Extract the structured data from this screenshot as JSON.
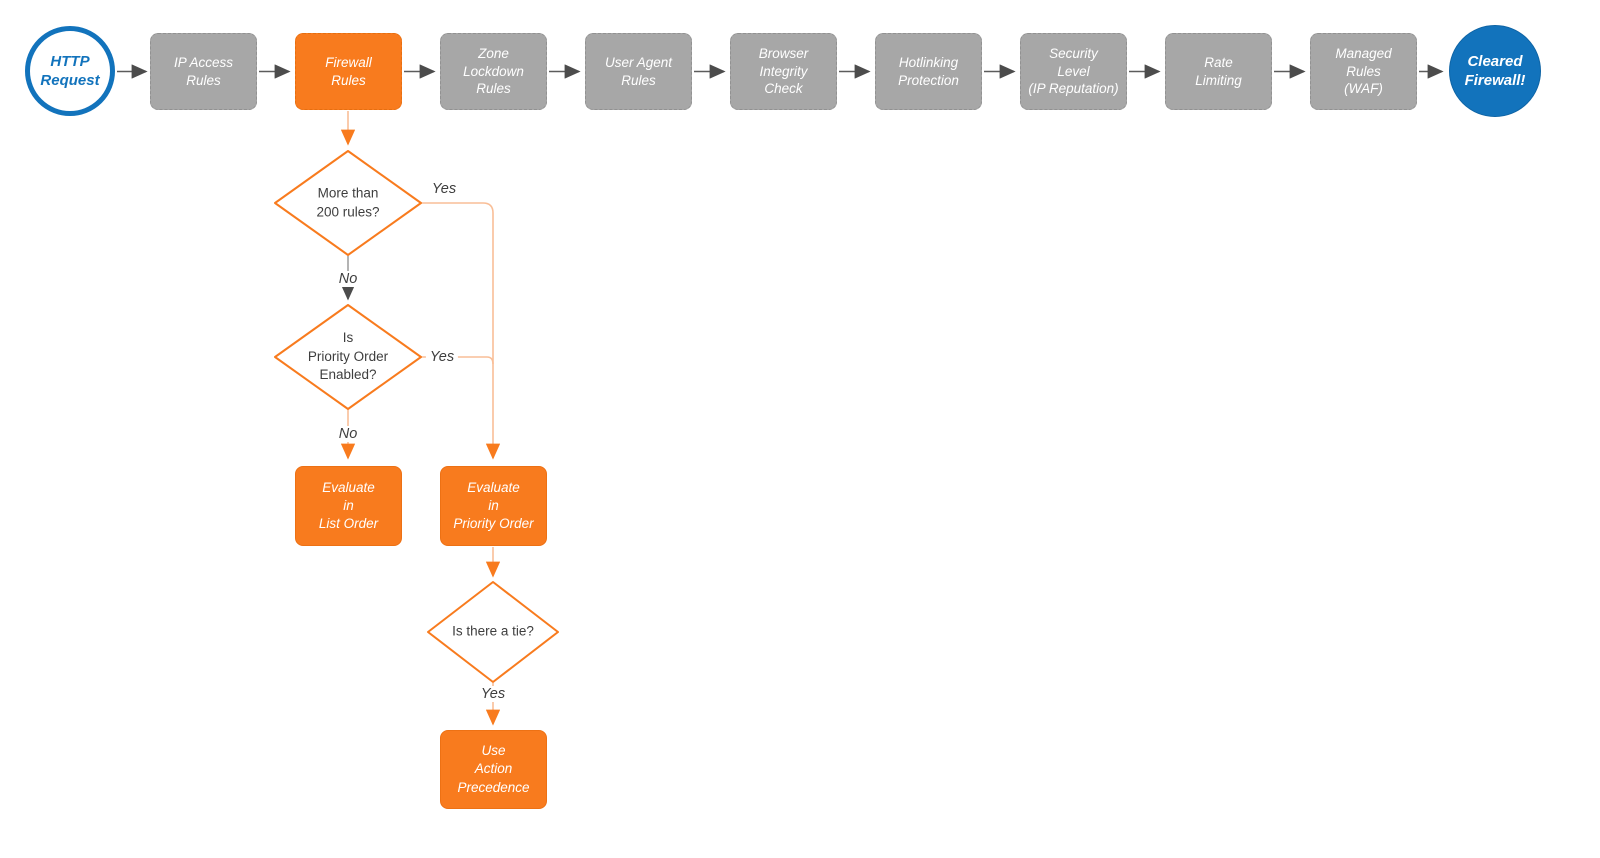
{
  "flow": {
    "start": {
      "label": "HTTP\nRequest"
    },
    "stages": [
      {
        "label": "IP Access\nRules",
        "highlighted": false
      },
      {
        "label": "Firewall\nRules",
        "highlighted": true
      },
      {
        "label": "Zone\nLockdown\nRules",
        "highlighted": false
      },
      {
        "label": "User Agent\nRules",
        "highlighted": false
      },
      {
        "label": "Browser\nIntegrity\nCheck",
        "highlighted": false
      },
      {
        "label": "Hotlinking\nProtection",
        "highlighted": false
      },
      {
        "label": "Security\nLevel\n(IP Reputation)",
        "highlighted": false
      },
      {
        "label": "Rate\nLimiting",
        "highlighted": false
      },
      {
        "label": "Managed\nRules\n(WAF)",
        "highlighted": false
      }
    ],
    "end": {
      "label": "Cleared\nFirewall!"
    },
    "decisions": [
      {
        "label": "More than\n200 rules?",
        "yes_label": "Yes",
        "no_label": "No"
      },
      {
        "label": "Is\nPriority Order\nEnabled?",
        "yes_label": "Yes",
        "no_label": "No"
      },
      {
        "label": "Is there a tie?",
        "yes_label": "Yes"
      }
    ],
    "actions": [
      {
        "label": "Evaluate\nin\nList Order"
      },
      {
        "label": "Evaluate\nin\nPriority Order"
      },
      {
        "label": "Use\nAction\nPrecedence"
      }
    ],
    "colors": {
      "accent_orange": "#F87B1E",
      "stage_gray": "#A7A7A7",
      "brand_blue": "#1273BC",
      "connector_gray": "#5C5C5C",
      "connector_salmon": "#F9BE97",
      "text_dark": "#3E3E3E"
    }
  }
}
